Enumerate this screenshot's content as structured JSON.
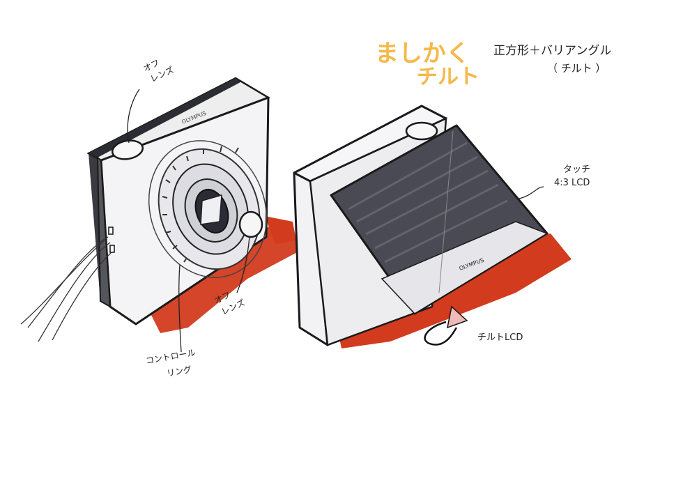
{
  "title": {
    "line1": "ましかく",
    "line2": "チルト",
    "color": "#f5b94a"
  },
  "subtitle": {
    "line1": "正方形＋バリアングル",
    "line2": "（ チルト ）"
  },
  "annotations": {
    "lens_top": "オフ\nレンズ",
    "lens_bottom": "オフ\nレンズ",
    "control_ring": "コントロール\nリング",
    "touch_lcd": "タッチ\n4:3 LCD",
    "tilt_lcd": "チルトLCD"
  },
  "brand_marks": {
    "front": "OLYMPUS",
    "back": "OLYMPUS"
  },
  "colors": {
    "red_marker": "#d23b1e",
    "lcd_dark": "#4a4a55",
    "ink": "#1a1a1a",
    "body_light": "#f4f4f6"
  },
  "icons": {
    "tilt_arrow": "rotate-arrow-icon",
    "strap": "strap-icon"
  }
}
